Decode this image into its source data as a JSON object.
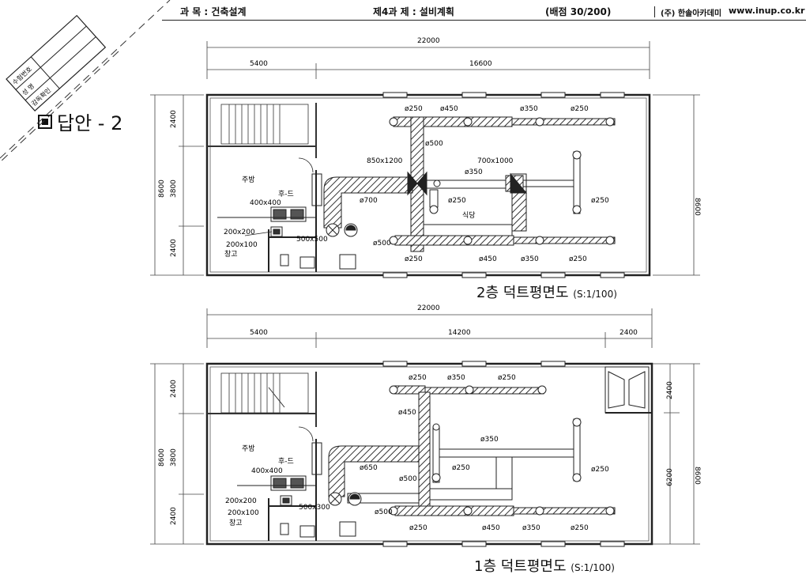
{
  "header": {
    "subject": "과 목 : 건축설계",
    "problem": "제4과 제 : 설비계획",
    "score": "(배점 30/200)",
    "company": "(주) 한솔아카데미",
    "website": "www.inup.co.kr"
  },
  "stamp": {
    "cells": [
      "수험번호",
      "성 명",
      "감독확인"
    ]
  },
  "answer_label": "답안 - 2",
  "floor2": {
    "title": "2층 덕트평면도",
    "scale": "(S:1/100)",
    "dims_top": [
      "22000",
      "5400",
      "16600"
    ],
    "dims_left": [
      "8600",
      "2400",
      "3800",
      "2400"
    ],
    "dims_right": [
      "8600"
    ],
    "rooms": [
      "주방",
      "후-드",
      "창고",
      "식당"
    ],
    "labels": [
      "400x400",
      "200x200",
      "200x100",
      "500x500",
      "850x1200",
      "700x1000"
    ],
    "ducts": [
      "ø250",
      "ø450",
      "ø350",
      "ø250",
      "ø500",
      "ø350",
      "ø250",
      "ø250",
      "ø700",
      "ø500",
      "ø250",
      "ø450",
      "ø350",
      "ø250"
    ]
  },
  "floor1": {
    "title": "1층 덕트평면도",
    "scale": "(S:1/100)",
    "dims_top": [
      "22000",
      "5400",
      "14200",
      "2400"
    ],
    "dims_left": [
      "8600",
      "2400",
      "3800",
      "2400"
    ],
    "dims_right": [
      "8600",
      "2400",
      "6200"
    ],
    "rooms": [
      "주방",
      "후-드",
      "창고"
    ],
    "labels": [
      "400x400",
      "200x200",
      "200x100",
      "500x300"
    ],
    "ducts": [
      "ø250",
      "ø350",
      "ø250",
      "ø450",
      "ø350",
      "ø650",
      "ø250",
      "ø250",
      "ø500",
      "ø500",
      "ø250",
      "ø450",
      "ø350",
      "ø250"
    ]
  }
}
